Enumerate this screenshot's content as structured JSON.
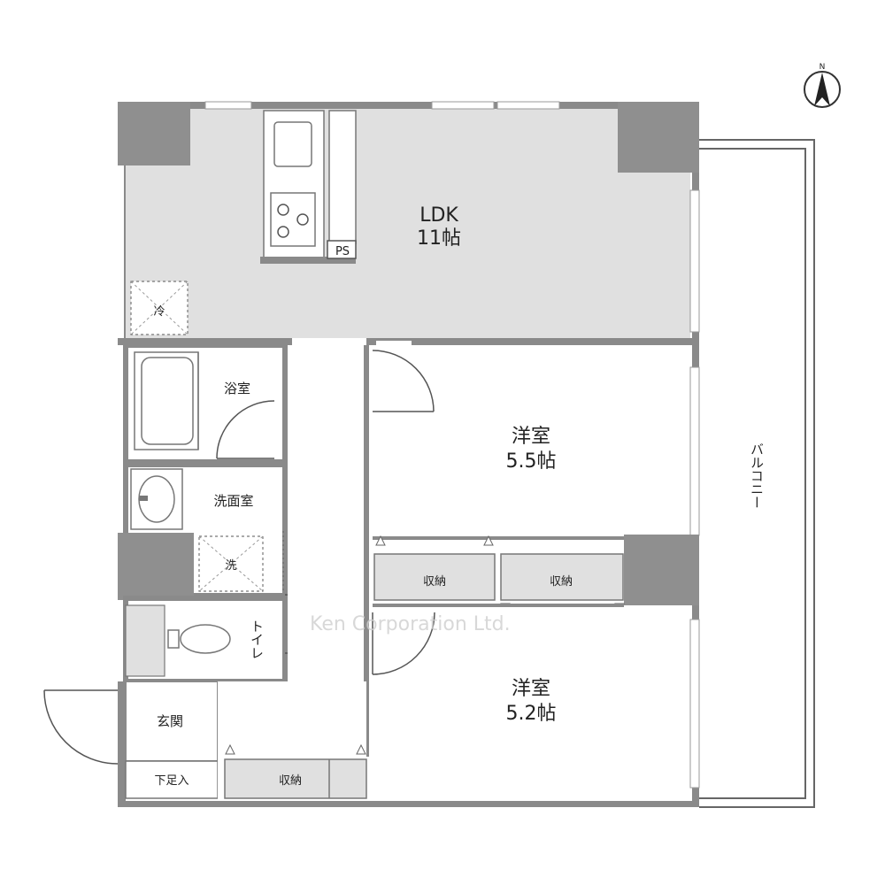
{
  "compass": {
    "north_label": "N"
  },
  "watermark": "Ken Corporation Ltd.",
  "rooms": {
    "ldk": {
      "name": "LDK",
      "size": "11帖"
    },
    "western1": {
      "name": "洋室",
      "size": "5.5帖"
    },
    "western2": {
      "name": "洋室",
      "size": "5.2帖"
    },
    "bath": {
      "name": "浴室"
    },
    "washroom": {
      "name": "洗面室"
    },
    "toilet": {
      "name": "トイレ"
    },
    "entrance": {
      "name": "玄関"
    },
    "shoe_storage": {
      "name": "下足入"
    },
    "storage1": {
      "name": "収納"
    },
    "storage2": {
      "name": "収納"
    },
    "storage3": {
      "name": "収納"
    },
    "balcony": {
      "name": "バルコニー"
    }
  },
  "fixtures": {
    "pipe_space": "PS",
    "fridge": "冷",
    "washer": "洗"
  }
}
